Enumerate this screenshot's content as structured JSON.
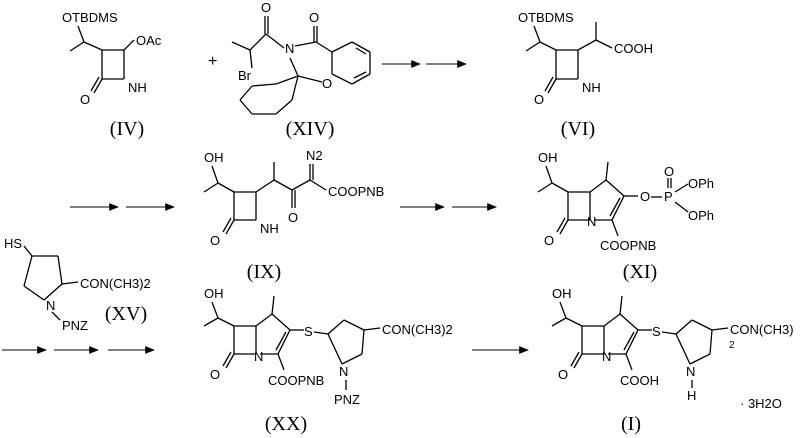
{
  "scheme": {
    "compounds": [
      {
        "id": "IV",
        "label": "(IV)",
        "groups": [
          "OTBDMS",
          "OAc",
          "NH",
          "O"
        ]
      },
      {
        "id": "XIV",
        "label": "(XIV)",
        "groups": [
          "O",
          "N",
          "Br",
          "O"
        ]
      },
      {
        "id": "VI",
        "label": "(VI)",
        "groups": [
          "OTBDMS",
          "COOH",
          "NH",
          "O"
        ]
      },
      {
        "id": "IX",
        "label": "(IX)",
        "groups": [
          "OH",
          "N2",
          "COOPNB",
          "NH",
          "O",
          "O"
        ]
      },
      {
        "id": "XI",
        "label": "(XI)",
        "groups": [
          "OH",
          "O",
          "P",
          "OPh",
          "O",
          "OPh",
          "N",
          "COOPNB",
          "O"
        ]
      },
      {
        "id": "XV",
        "label": "(XV)",
        "groups": [
          "HS",
          "CON(CH3)2",
          "N",
          "PNZ"
        ]
      },
      {
        "id": "XX",
        "label": "(XX)",
        "groups": [
          "OH",
          "S",
          "CON(CH3)2",
          "N",
          "COOPNB",
          "N",
          "PNZ",
          "O"
        ]
      },
      {
        "id": "I",
        "label": "(I)",
        "groups": [
          "OH",
          "S",
          "CON(CH3)",
          "2",
          "N",
          "COOH",
          "N",
          "H",
          "O",
          "· 3H2O"
        ]
      }
    ],
    "plus_sign": "+"
  }
}
